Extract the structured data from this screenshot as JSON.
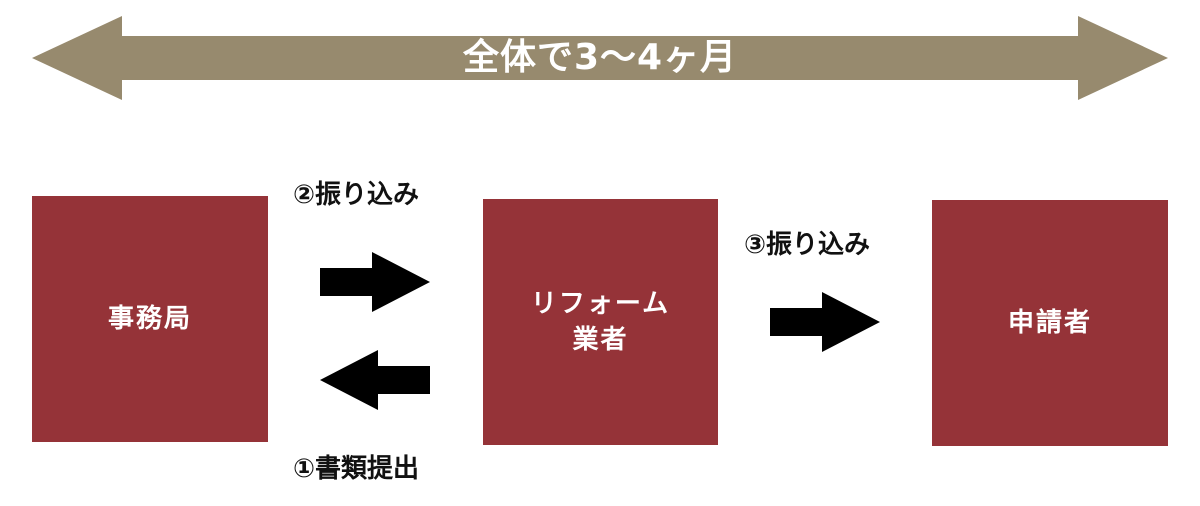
{
  "banner": {
    "label": "全体で3〜4ヶ月",
    "color": "#978a6e"
  },
  "boxes": {
    "office": "事務局",
    "contractor_line1": "リフォーム",
    "contractor_line2": "業者",
    "applicant": "申請者",
    "color": "#953338"
  },
  "steps": {
    "step2": "②振り込み",
    "step3": "③振り込み",
    "step1": "①書類提出"
  },
  "arrow_color": "#000000"
}
